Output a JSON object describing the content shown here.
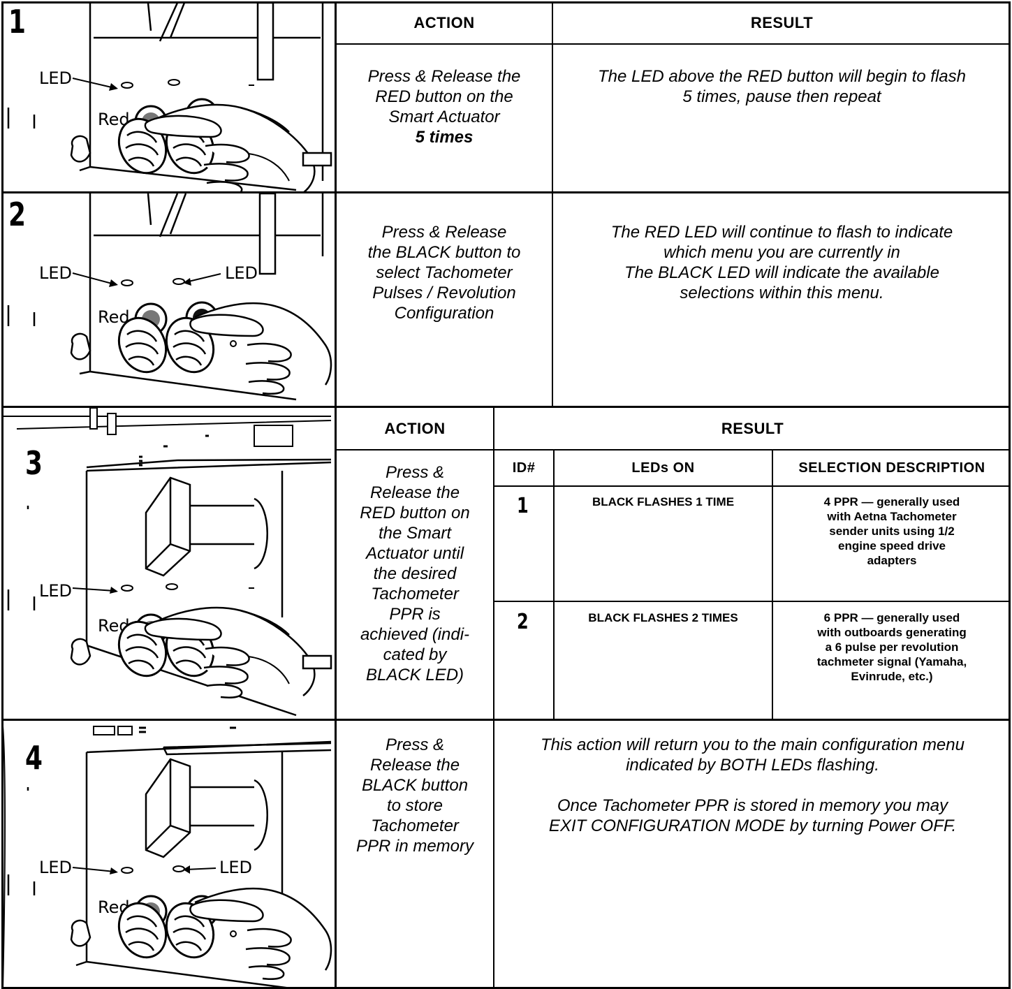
{
  "header": {
    "action": "ACTION",
    "result": "RESULT"
  },
  "rows": [
    {
      "step": "1",
      "labels": {
        "led_left": "LED",
        "led_right": "",
        "red": "Red"
      },
      "action_lines": [
        "Press & Release the",
        "RED button on the",
        "Smart Actuator"
      ],
      "action_bold": "5 times",
      "result_lines": [
        "The LED above the RED button will begin to flash",
        "5 times, pause then repeat"
      ]
    },
    {
      "step": "2",
      "labels": {
        "led_left": "LED",
        "led_right": "LED",
        "red": "Red"
      },
      "action_lines": [
        "Press & Release",
        "the BLACK button to",
        "select Tachometer",
        "Pulses / Revolution",
        "Configuration"
      ],
      "result_lines": [
        "The RED LED will continue to flash to indicate",
        "which menu you are currently in",
        "The BLACK LED will indicate the available",
        "selections within this menu."
      ]
    },
    {
      "step": "3",
      "labels": {
        "led_left": "LED",
        "red": "Red"
      },
      "action_header": "ACTION",
      "result_header": "RESULT",
      "action_lines": [
        "Press &",
        "Release the",
        "RED button on",
        "the Smart",
        "Actuator until",
        "the desired",
        "Tachometer",
        "PPR is",
        "achieved (indi-",
        "cated by",
        "BLACK LED)"
      ],
      "subtable": {
        "headers": [
          "ID#",
          "LEDs ON",
          "SELECTION DESCRIPTION"
        ],
        "rows": [
          {
            "id": "1",
            "leds": "BLACK FLASHES 1 TIME",
            "desc_lines": [
              "4 PPR — generally used",
              "with Aetna Tachometer",
              "sender units using 1/2",
              "engine speed drive",
              "adapters"
            ]
          },
          {
            "id": "2",
            "leds": "BLACK FLASHES 2 TIMES",
            "desc_lines": [
              "6 PPR — generally used",
              "with outboards generating",
              "a 6 pulse per revolution",
              "tachmeter signal (Yamaha,",
              "Evinrude, etc.)"
            ]
          }
        ]
      }
    },
    {
      "step": "4",
      "labels": {
        "led_left": "LED",
        "led_right": "LED",
        "red": "Red"
      },
      "action_lines": [
        "Press &",
        "Release the",
        "BLACK button",
        "to store",
        "Tachometer",
        "PPR in memory"
      ],
      "result_lines": [
        "This action will return you to the main configuration menu",
        "indicated by BOTH LEDs flashing.",
        "",
        "Once Tachometer PPR  is stored in memory you may",
        "EXIT CONFIGURATION MODE by turning Power OFF."
      ]
    }
  ]
}
